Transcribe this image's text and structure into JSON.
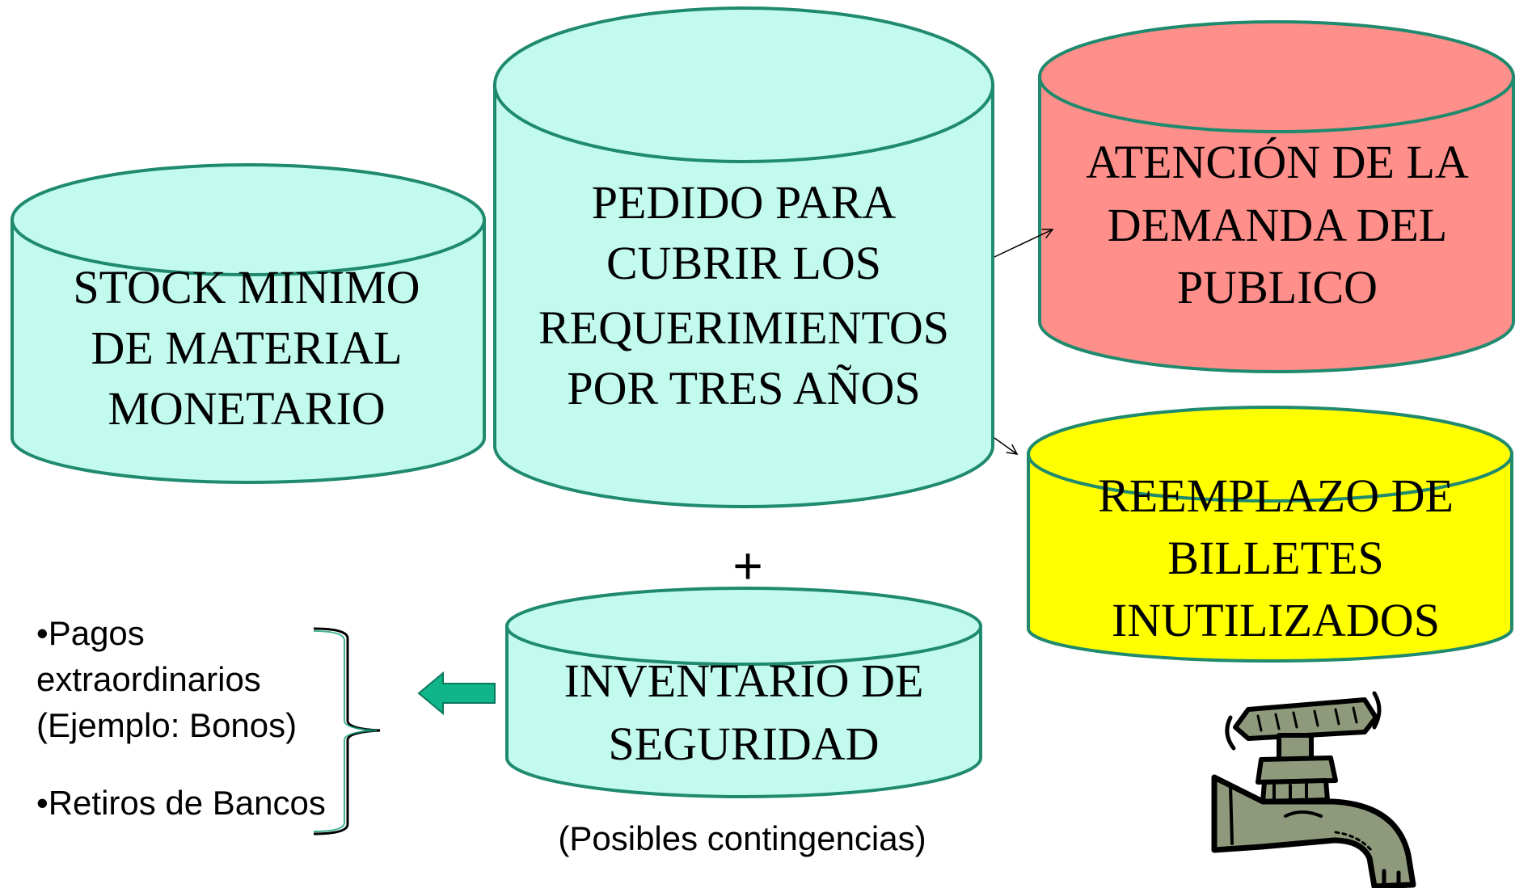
{
  "cylinders": {
    "stock": {
      "lines": [
        "STOCK MINIMO",
        "DE MATERIAL",
        "MONETARIO"
      ],
      "fill": "#c2fbee",
      "stroke": "#1f8a6e"
    },
    "pedido": {
      "lines": [
        "PEDIDO PARA",
        "CUBRIR LOS",
        "REQUERIMIENTOS",
        "POR TRES AÑOS"
      ],
      "fill": "#c2fbee",
      "stroke": "#1f8a6e"
    },
    "atencion": {
      "lines": [
        "ATENCIÓN DE LA",
        "DEMANDA DEL",
        "PUBLICO"
      ],
      "fill": "#ff8f8a",
      "stroke": "#1f8a6e"
    },
    "reemplazo": {
      "lines": [
        "REEMPLAZO DE",
        "BILLETES",
        "INUTILIZADOS"
      ],
      "fill": "#ffff00",
      "stroke": "#1f8a6e"
    },
    "inventario": {
      "lines": [
        "INVENTARIO DE",
        "SEGURIDAD"
      ],
      "fill": "#c2fbee",
      "stroke": "#1f8a6e"
    }
  },
  "plus": "+",
  "contingencias": "(Posibles contingencias)",
  "bullets": [
    {
      "lines": [
        "•Pagos",
        "extraordinarios",
        "(Ejemplo: Bonos)"
      ]
    },
    {
      "lines": [
        "•Retiros de Bancos"
      ]
    }
  ],
  "icons": {
    "left_arrow": "left-arrow-icon",
    "faucet": "faucet-icon"
  },
  "colors": {
    "teal_arrow": "#10b58a",
    "brace": "#10a07a"
  }
}
